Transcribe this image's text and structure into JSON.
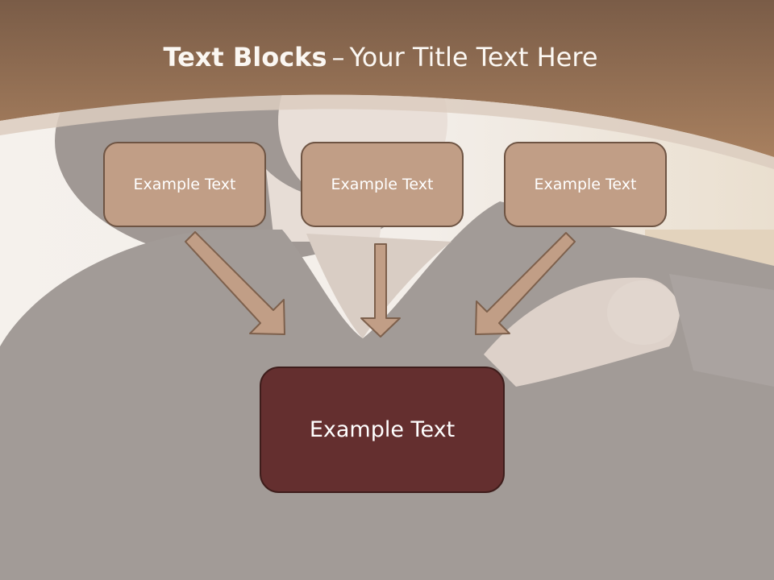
{
  "title": {
    "bold": "Text Blocks",
    "separator": "–",
    "rest": "Your Title Text Here"
  },
  "top_boxes": [
    {
      "label": "Example Text"
    },
    {
      "label": "Example Text"
    },
    {
      "label": "Example Text"
    }
  ],
  "bottom_box": {
    "label": "Example Text"
  },
  "colors": {
    "header_brown": "#9a7358",
    "box_fill": "#c19e86",
    "box_border": "#6e5443",
    "bottom_fill": "#642f2f",
    "arrow_fill": "#c19e86",
    "title_text": "#fbf7f2"
  }
}
